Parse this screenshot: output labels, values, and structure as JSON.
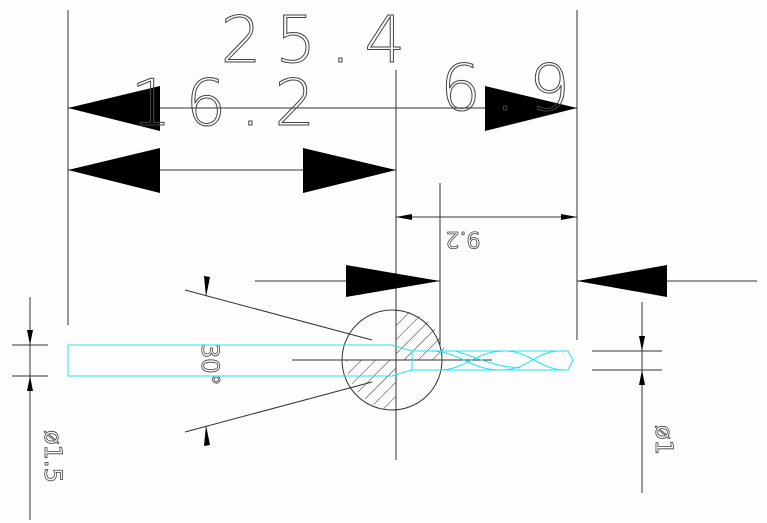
{
  "dimensions": {
    "overall_length": "25.4",
    "shank_length": "16.2",
    "flute_length": "6.9",
    "tip_length": "9.2",
    "point_angle": "30°",
    "shank_diameter": "ø1.5",
    "flute_diameter": "ø1"
  },
  "colors": {
    "drill_outline": "#22e4f0",
    "lines": "#333333",
    "arrows": "#000000"
  }
}
